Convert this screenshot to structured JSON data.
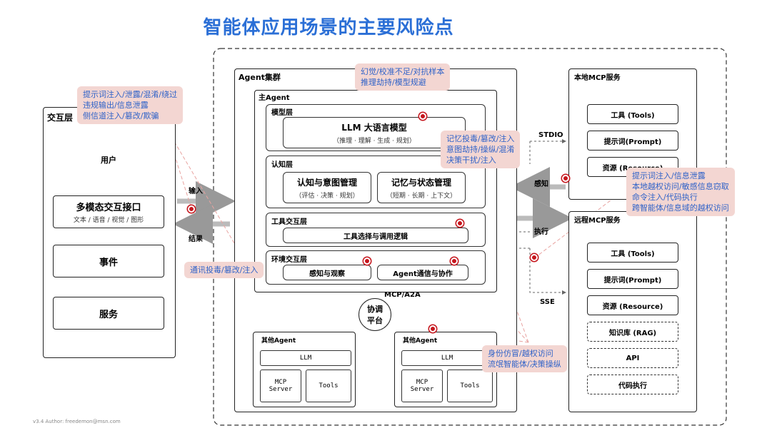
{
  "title": "智能体应用场景的主要风险点",
  "interaction_layer": {
    "label": "交互层",
    "user": "用户",
    "interface_title": "多模态交互接口",
    "interface_sub": "文本 / 语音 / 视觉 / 图形",
    "event": "事件",
    "service": "服务"
  },
  "io": {
    "input": "输入",
    "output": "结果"
  },
  "agent_cluster": {
    "label": "Agent集群",
    "main_agent": "主Agent",
    "model_layer": {
      "label": "模型层",
      "llm_title": "LLM 大语言模型",
      "llm_sub": "（推理 · 理解 · 生成 · 规划）"
    },
    "cognition_layer": {
      "label": "认知层",
      "intent_title": "认知与意图管理",
      "intent_sub": "（评估 · 决策 · 规划）",
      "memory_title": "记忆与状态管理",
      "memory_sub": "（短期 · 长期 · 上下文）"
    },
    "tool_layer": {
      "label": "工具交互层",
      "logic": "工具选择与调用逻辑"
    },
    "env_layer": {
      "label": "环境交互层",
      "perception": "感知与观察",
      "comm": "Agent通信与协作"
    },
    "protocol": "MCP/A2A",
    "coord": [
      "协调",
      "平台"
    ],
    "other_agents": [
      {
        "label": "其他Agent",
        "llm": "LLM",
        "mcp": [
          "MCP",
          "Server"
        ],
        "tools": "Tools"
      },
      {
        "label": "其他Agent",
        "llm": "LLM",
        "mcp": [
          "MCP",
          "Server"
        ],
        "tools": "Tools"
      }
    ]
  },
  "local_mcp": {
    "label": "本地MCP服务",
    "items": [
      "工具 (Tools)",
      "提示词(Prompt)",
      "资源 (Resource)"
    ]
  },
  "remote_mcp": {
    "label": "远程MCP服务",
    "items": [
      "工具 (Tools)",
      "提示词(Prompt)",
      "资源 (Resource)"
    ],
    "dashed_items": [
      "知识库 (RAG)",
      "API",
      "代码执行"
    ]
  },
  "connectors": {
    "stdio": "STDIO",
    "sense": "感知",
    "exec": "执行",
    "sse": "SSE"
  },
  "risks": {
    "interface": [
      "提示词注入/泄露/混淆/绕过",
      "违规输出/信息泄露",
      "侧信道注入/篡改/欺骗"
    ],
    "model": [
      "幻觉/校准不足/对抗样本",
      "推理劫持/模型规避"
    ],
    "memory": [
      "记忆投毒/篡改/注入",
      "意图劫持/操纵/混淆",
      "决策干扰/注入"
    ],
    "mcp": [
      "提示词注入/信息泄露",
      "本地越权访问/敏感信息窃取",
      "命令注入/代码执行",
      "跨智能体/信息域的越权访问"
    ],
    "comm": [
      "通讯投毒/篡改/注入"
    ],
    "identity": [
      "身份仿冒/越权访问",
      "流氓智能体/决策操纵"
    ]
  },
  "footer": "v3.4  Author: freedemon@msn.com",
  "colors": {
    "title": "#2b6fd6",
    "risk_bg": "#f3d6d2",
    "risk_text": "#2f62c8",
    "risk_dot": "#c5161d"
  }
}
